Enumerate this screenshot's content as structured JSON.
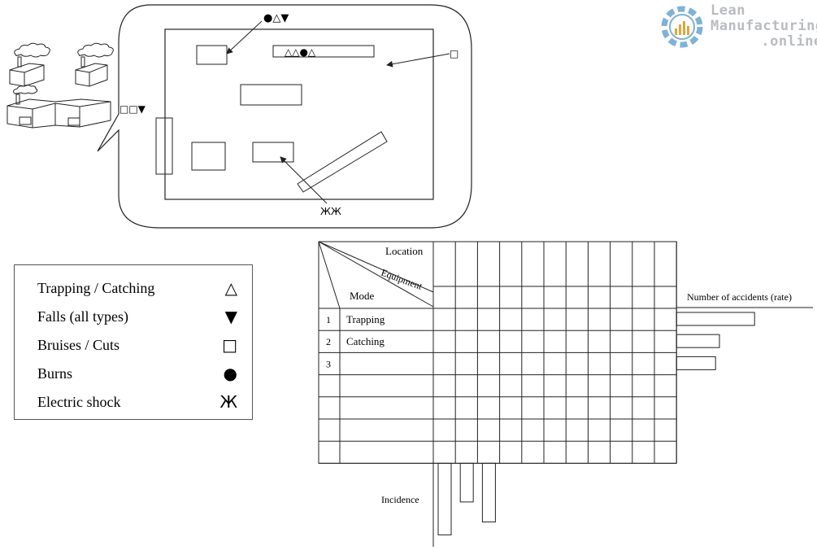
{
  "logo": {
    "line1": "Lean",
    "line2": "Manufacturing",
    "line3": ".online",
    "colors": {
      "gear": "#7fb2d8",
      "gear_inner": "#e4a53b",
      "text": "#b9bcc0"
    }
  },
  "map_symbols": {
    "top_cluster": "●△▼",
    "machine_row": "△△●△",
    "right_marker": "□",
    "left_marker": "□□▼",
    "bottom_marker": "ЖЖ"
  },
  "legend": {
    "items": [
      {
        "label": "Trapping / Catching",
        "symbol": "△"
      },
      {
        "label": "Falls (all types)",
        "symbol": "▼"
      },
      {
        "label": "Bruises / Cuts",
        "symbol": "□"
      },
      {
        "label": "Burns",
        "symbol": "●"
      },
      {
        "label": "Electric shock",
        "symbol": "Ж"
      }
    ]
  },
  "matrix": {
    "header": {
      "location": "Location",
      "equipment": "Equipment",
      "mode": "Mode"
    },
    "rows": [
      {
        "num": "1",
        "label": "Trapping"
      },
      {
        "num": "2",
        "label": "Catching"
      },
      {
        "num": "3",
        "label": ""
      },
      {
        "num": "",
        "label": ""
      },
      {
        "num": "",
        "label": ""
      },
      {
        "num": "",
        "label": ""
      },
      {
        "num": "",
        "label": ""
      }
    ],
    "column_count": 11,
    "side_axis_label": "Number of accidents (rate)",
    "bottom_axis_label": "Incidence",
    "side_bars": [
      1.0,
      0.55,
      0.5
    ],
    "bottom_bars": [
      1.0,
      0.54,
      0.82
    ]
  }
}
